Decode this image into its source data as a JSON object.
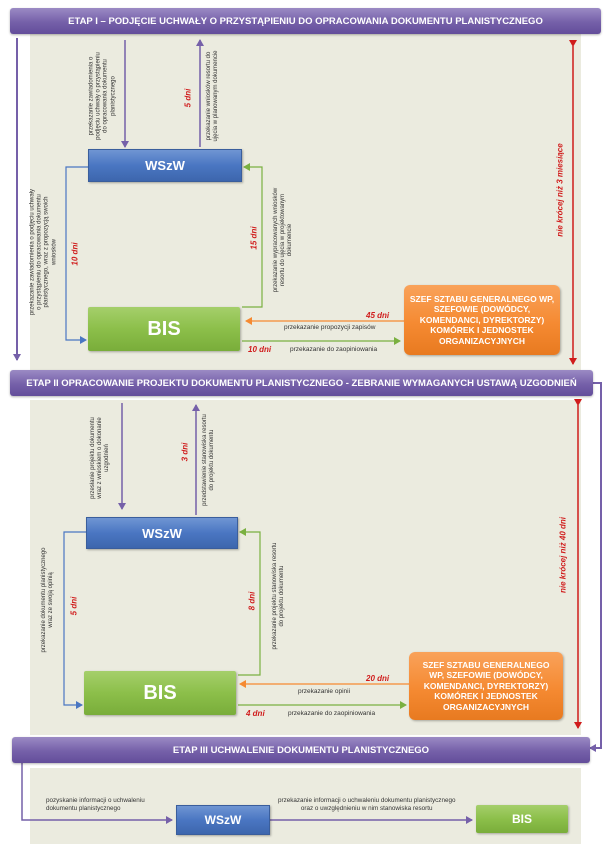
{
  "colors": {
    "purple": "#7560a9",
    "blue": "#4a76c2",
    "green": "#8cbf4a",
    "orange": "#f58a32",
    "red": "#d01c1c"
  },
  "stage1": {
    "title": "ETAP I –  PODJĘCIE UCHWAŁY O PRZYSTĄPIENIU DO OPRACOWANIA DOKUMENTU PLANISTYCZNEGO",
    "wszw": "WSzW",
    "bis": "BIS",
    "szef": [
      "SZEF SZTABU GENERALNEGO WP,",
      "SZEFOWIE (DOWÓDCY,",
      "KOMENDANCI, DYREKTORZY)",
      "KOMÓREK I JEDNOSTEK",
      "ORGANIZACYJNYCH"
    ],
    "label_in_wszw": [
      "przekazanie zawiadomienia o",
      "podjęciu uchwały o przystąpieniu",
      "do opracowania dokumentu",
      "planistycznego"
    ],
    "label_out_wszw": [
      "przekazanie wniosków resortu do",
      "ujęcia w planowanym dokumencie"
    ],
    "days_out_wszw": "5 dni",
    "label_left": [
      "przekazanie zawiadomienia o podjęciu uchwały",
      "o przystąpieniu do opracowania dokumentu",
      "planistycznego, wraz z propozycją swoich",
      "wniosków"
    ],
    "days_left": "10 dni",
    "label_right": [
      "przekazanie wypracowanych wniosków",
      "resortu do ujęcia w projektowanym",
      "dokumencie"
    ],
    "days_right": "15 dni",
    "label_propozycji": "przekazanie propozycji zapisów",
    "days_propozycji": "45 dni",
    "label_zaopiniowania": "przekazanie do zaopiniowania",
    "days_zaopiniowania": "10 dni",
    "limit": "nie krócej niż 3 miesiące"
  },
  "stage2": {
    "title": "ETAP II   OPRACOWANIE PROJEKTU DOKUMENTU PLANISTYCZNEGO -  ZEBRANIE WYMAGANYCH USTAWĄ UZGODNIEŃ",
    "wszw": "WSzW",
    "bis": "BIS",
    "szef": [
      "SZEF SZTABU GENERALNEGO",
      "WP, SZEFOWIE (DOWÓDCY,",
      "KOMENDANCI, DYREKTORZY)",
      "KOMÓREK I JEDNOSTEK",
      "ORGANIZACYJNYCH"
    ],
    "label_in_wszw": [
      "przesłanie projektu dokumentu",
      "wraz z wnioskiem o dokonanie",
      "uzgodnień"
    ],
    "label_out_wszw": [
      "przedstawienie stanowiska resortu",
      "do projektu dokumentu"
    ],
    "days_out_wszw": "3 dni",
    "label_left": [
      "przekazanie dokumentu planistycznego",
      "wraz ze swoją opinią"
    ],
    "days_left": "5 dni",
    "label_right": [
      "przekazanie projektu stanowiska resortu",
      "do projektu dokumentu"
    ],
    "days_right": "8 dni",
    "label_opinii": "przekazanie opinii",
    "days_opinii": "20 dni",
    "label_zaopiniowania": "przekazanie do zaopiniowania",
    "days_zaopiniowania": "4 dni",
    "limit": "nie krócej niż 40 dni"
  },
  "stage3": {
    "title": "ETAP III   UCHWALENIE DOKUMENTU PLANISTYCZNEGO",
    "wszw": "WSzW",
    "bis": "BIS",
    "label_left": [
      "pozyskanie informacji o uchwaleniu",
      "dokumentu planistycznego"
    ],
    "label_right": [
      "przekazanie informacji o uchwaleniu dokumentu planistycznego",
      "oraz o uwzględnieniu w nim stanowiska resortu"
    ]
  }
}
